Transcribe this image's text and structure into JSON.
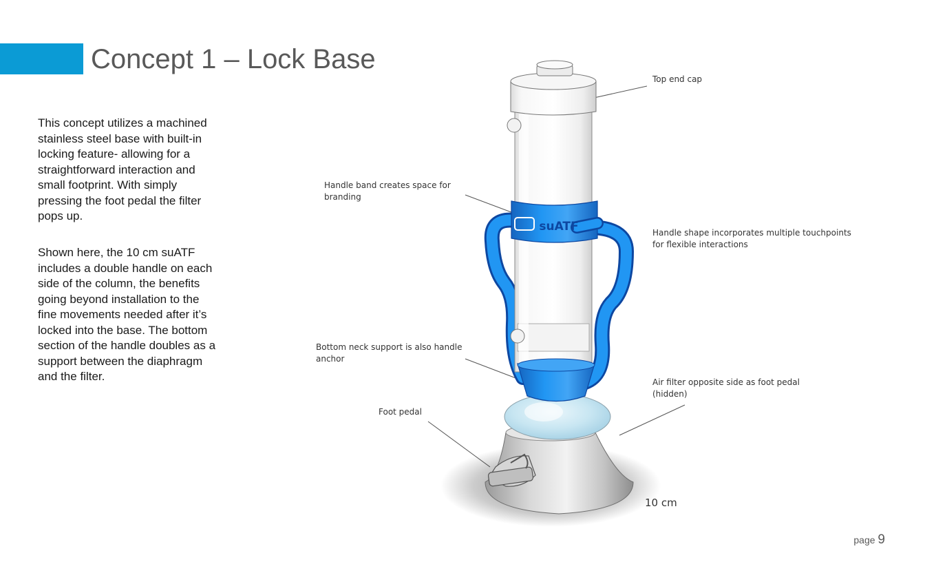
{
  "slide": {
    "title": "Concept 1 – Lock Base",
    "accent_color": "#0b9bd5"
  },
  "body": {
    "paragraph_1": "This concept utilizes a machined stainless steel base with built-in locking feature- allowing for a straightforward interaction and small footprint. With simply pressing the foot pedal the filter pops up.",
    "paragraph_2": "Shown here, the 10 cm suATF includes a double handle on each side of the column, the benefits going beyond installation to the fine movements needed after it’s locked into the base. The bottom section of the handle doubles as a support between the diaphragm and the filter."
  },
  "callouts": {
    "top_end_cap": "Top end cap",
    "handle_band": "Handle band creates space for branding",
    "handle_shape": "Handle shape incorporates multiple touchpoints for flexible interactions",
    "bottom_neck": "Bottom neck support is also handle anchor",
    "air_filter": "Air filter opposite side as foot pedal (hidden)",
    "foot_pedal": "Foot pedal"
  },
  "product": {
    "brand_label": "suATF",
    "size_label": "10 cm",
    "handle_color": "#1e88e5"
  },
  "footer": {
    "page_prefix": "page",
    "page_number": "9"
  }
}
